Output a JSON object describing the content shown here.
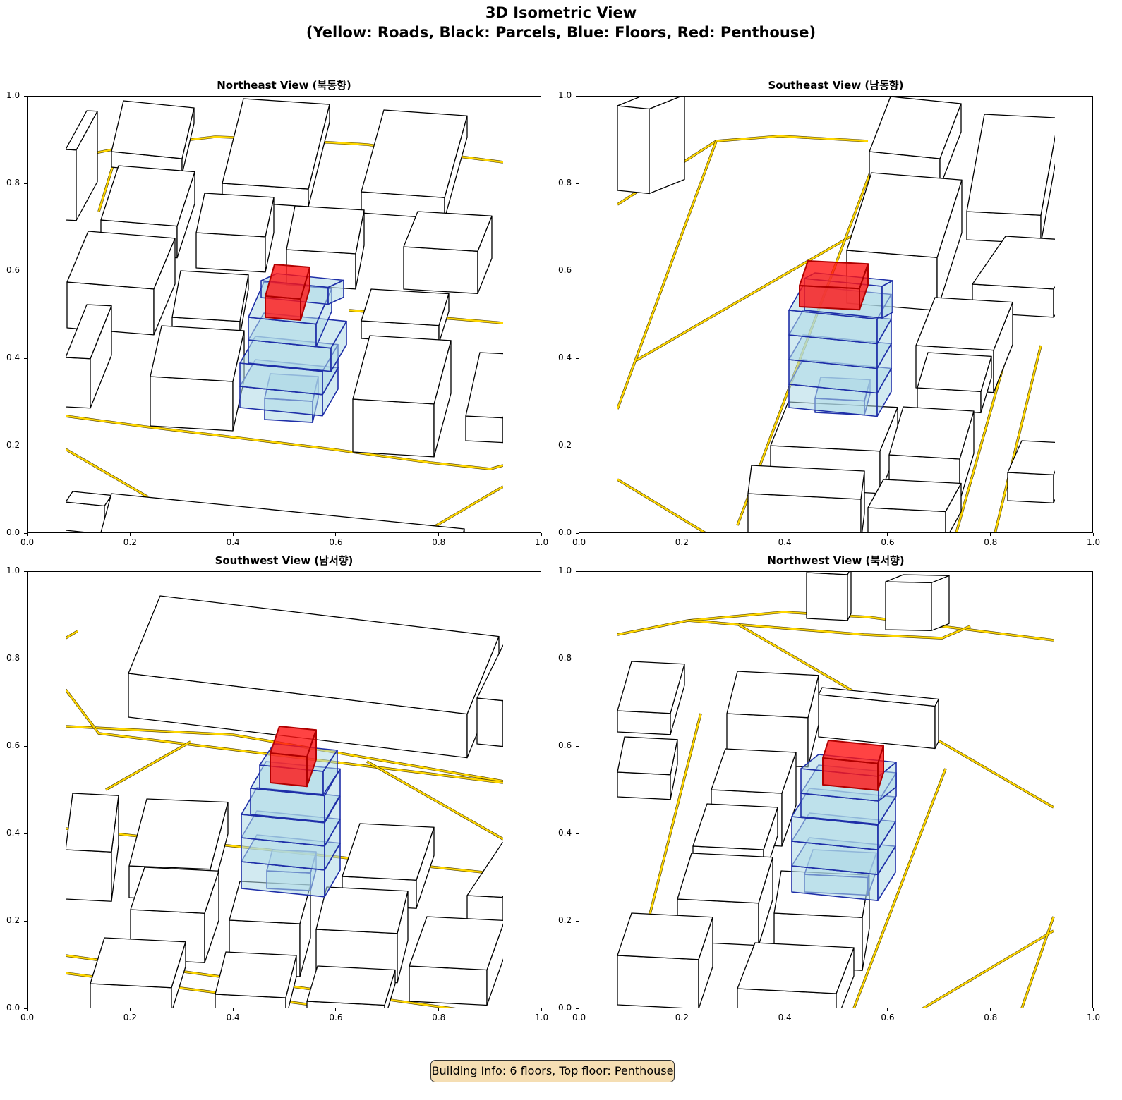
{
  "figure": {
    "title_line1": "3D Isometric View",
    "title_line2": "(Yellow: Roads, Black: Parcels, Blue: Floors, Red: Penthouse)"
  },
  "panels": [
    {
      "title": "Northeast View (북동향)"
    },
    {
      "title": "Southeast View (남동향)"
    },
    {
      "title": "Southwest View (남서향)"
    },
    {
      "title": "Northwest View (북서향)"
    }
  ],
  "ticks": [
    "0.0",
    "0.2",
    "0.4",
    "0.6",
    "0.8",
    "1.0"
  ],
  "info": "Building Info: 6 floors, Top floor: Penthouse",
  "colors": {
    "road": "#ffd700",
    "parcel": "#000000",
    "floor": "#add8e6",
    "floor_edge": "#1f2fa8",
    "penthouse": "#ff0000"
  }
}
